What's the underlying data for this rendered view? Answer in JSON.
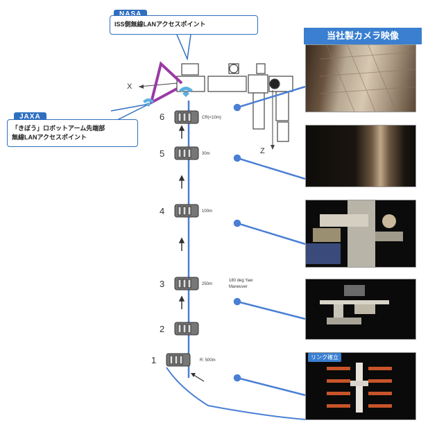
{
  "header": {
    "title": "当社製カメラ映像"
  },
  "nasa": {
    "tag": "NASA",
    "label": "ISS側無線LANアクセスポイント"
  },
  "jaxa": {
    "tag": "JAXA",
    "line1": "「きぼう」ロボットアーム先端部",
    "line2": "無線LANアクセスポイント"
  },
  "axes": {
    "x": "X",
    "z": "Z"
  },
  "steps": [
    {
      "num": "6",
      "distance": "CR(<10m)"
    },
    {
      "num": "5",
      "distance": "30m"
    },
    {
      "num": "4",
      "distance": "100m"
    },
    {
      "num": "3",
      "distance": "250m",
      "note1": "180 deg Yaw",
      "note2": "Maneuver"
    },
    {
      "num": "2",
      "distance": ""
    },
    {
      "num": "1",
      "distance": "R: 500m"
    }
  ],
  "link_tag": "リンク確立",
  "colors": {
    "accent": "#2f6fc0",
    "line": "#4a7fd4",
    "arm": "#9a3aa6",
    "wifi": "#5ab0e0"
  }
}
